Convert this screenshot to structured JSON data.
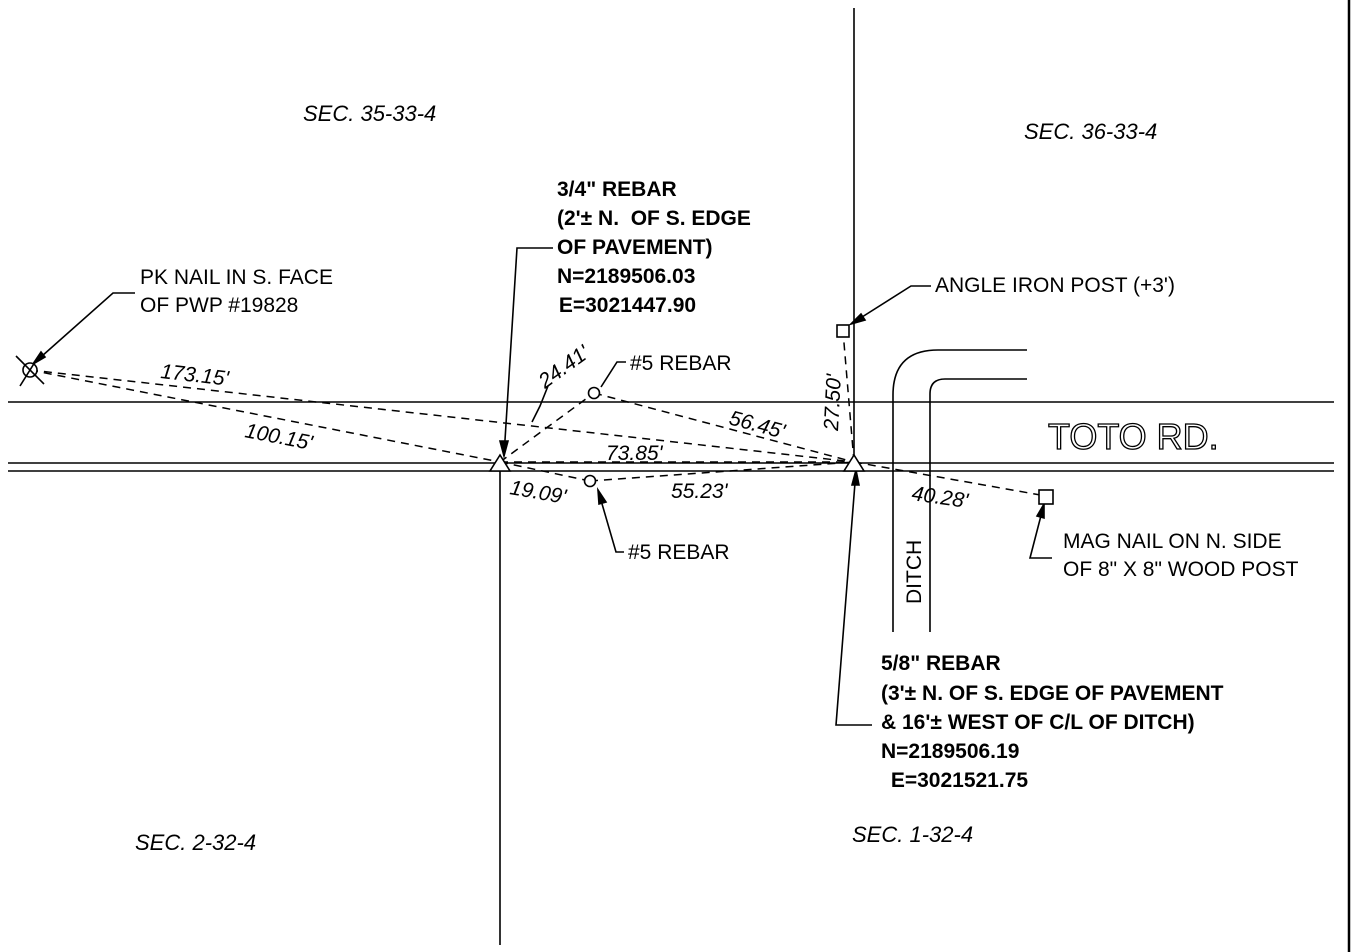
{
  "sections": {
    "nw": "SEC. 35-33-4",
    "ne": "SEC. 36-33-4",
    "sw": "SEC. 2-32-4",
    "se": "SEC. 1-32-4"
  },
  "road": {
    "name": "TOTO RD."
  },
  "ditch": {
    "label": "DITCH"
  },
  "monuments": {
    "rebar_34": {
      "lines": [
        "3/4\" REBAR",
        "(2'± N.  OF S. EDGE",
        "OF PAVEMENT)",
        "N=2189506.03",
        " E=3021447.90"
      ]
    },
    "rebar_58": {
      "lines": [
        "5/8\" REBAR",
        "(3'± N. OF S. EDGE OF PAVEMENT",
        "& 16'± WEST OF C/L OF DITCH)",
        "N=2189506.19",
        " E=3021521.75"
      ]
    },
    "pk_nail": {
      "lines": [
        "PK NAIL IN S. FACE",
        "OF PWP #19828"
      ]
    },
    "angle_iron": {
      "label": "ANGLE IRON POST (+3')"
    },
    "rebar5_north": {
      "label": "#5 REBAR"
    },
    "rebar5_south": {
      "label": "#5 REBAR"
    },
    "mag_nail": {
      "lines": [
        "MAG NAIL ON N. SIDE",
        "OF 8\" X 8\" WOOD POST"
      ]
    }
  },
  "distances": {
    "pk_to_58": "173.15'",
    "pk_to_34": "100.15'",
    "r34_to_rebar5n": "24.41'",
    "rebar5n_to_58": "56.45'",
    "r34_to_58": "73.85'",
    "r34_to_rebar5s": "19.09'",
    "rebar5s_to_58": "55.23'",
    "r58_to_angle": "27.50'",
    "r58_to_mag": "40.28'"
  }
}
